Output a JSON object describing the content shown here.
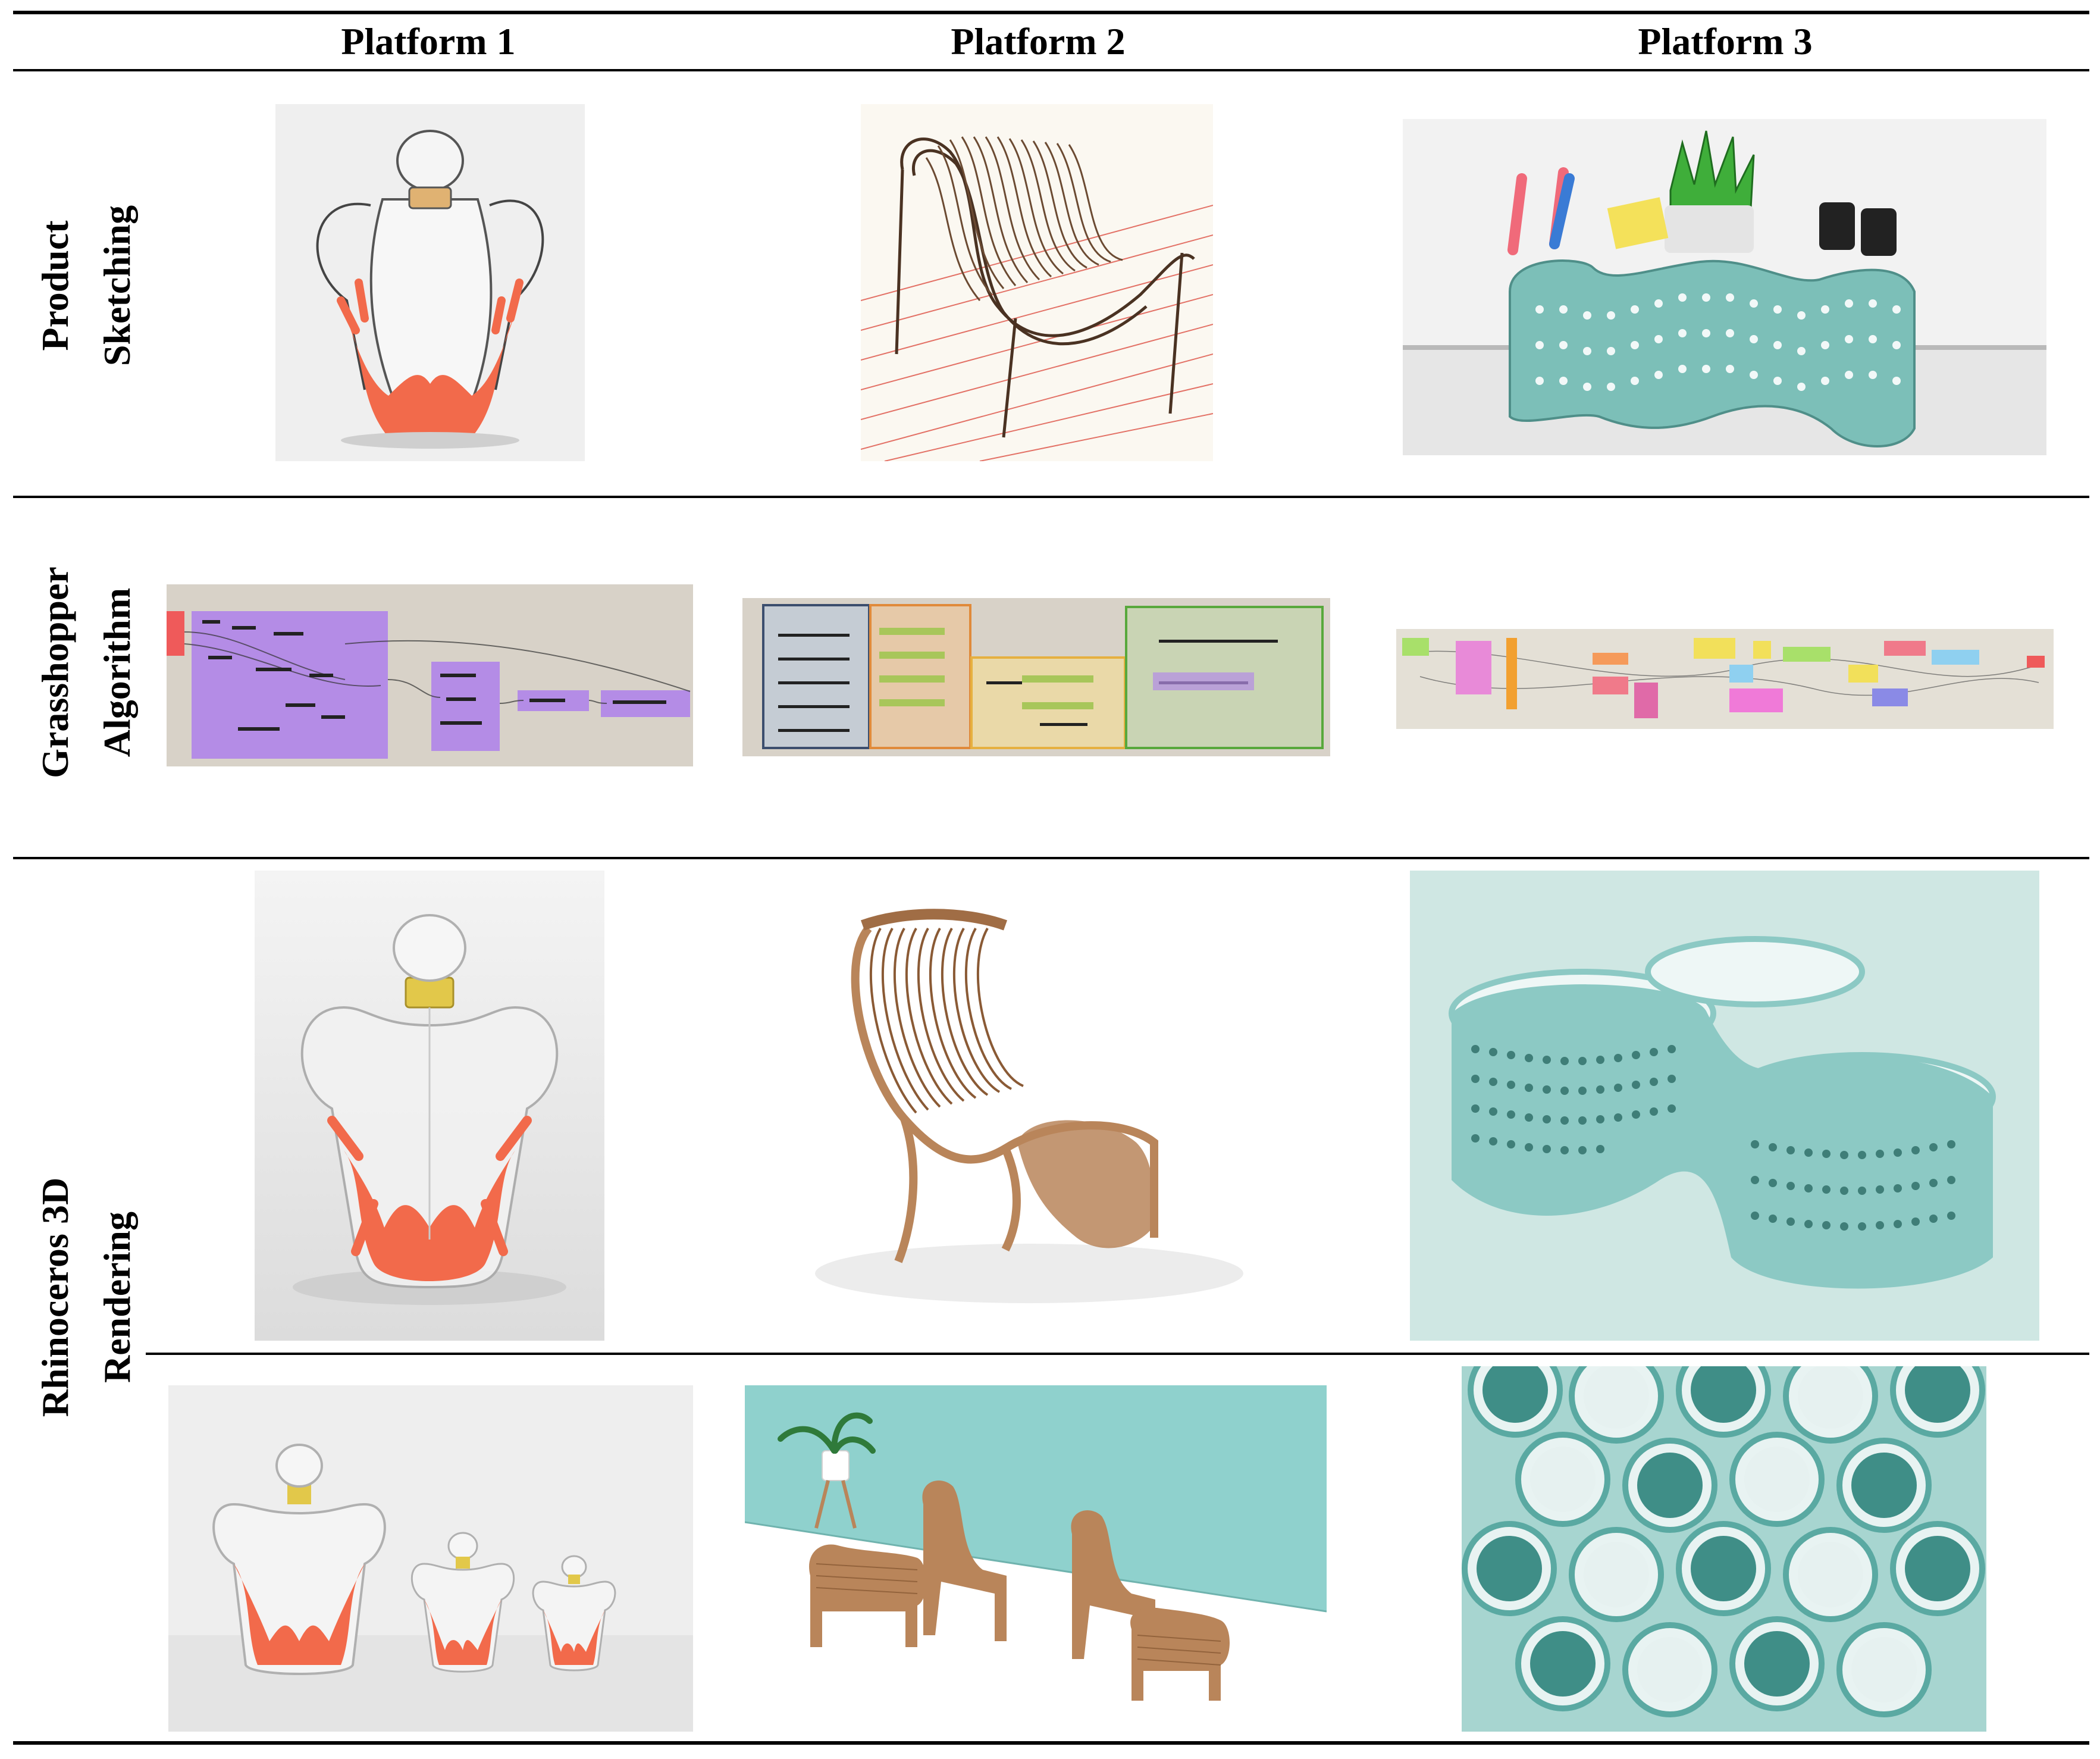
{
  "columns": [
    "Platform 1",
    "Platform 2",
    "Platform 3"
  ],
  "rows": [
    {
      "label_lines": [
        "Product",
        "Sketching"
      ]
    },
    {
      "label_lines": [
        "Grasshopper",
        "Algorithm"
      ]
    },
    {
      "label_lines": [
        "Rhinoceros 3D",
        "Rendering"
      ]
    }
  ],
  "colors": {
    "coral": "#f26a4b",
    "teal": "#8cc9c4",
    "teal_dark": "#5aa9a2",
    "wood": "#b9855a",
    "wood_dark": "#8a5a35",
    "gh_canvas": "#d8d2c8",
    "gh_purple": "#b48ce6",
    "render_bg": "#ececec",
    "mint_bg": "#c9e6e2"
  }
}
